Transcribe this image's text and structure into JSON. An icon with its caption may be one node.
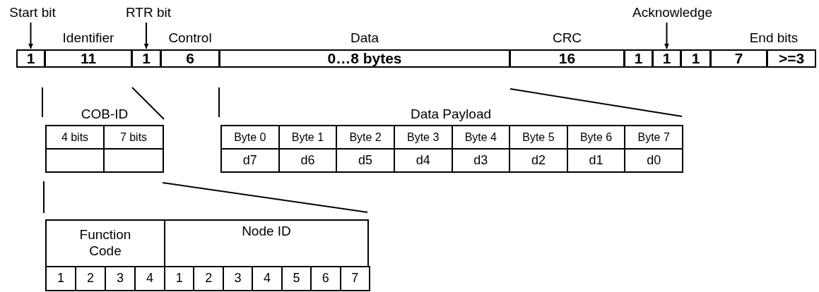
{
  "diagram": {
    "nodes": [
      {
        "text": [
          "Start bit"
        ]
      },
      {
        "text": [
          "1"
        ]
      },
      {
        "text": [
          "11"
        ],
        "beside": [
          "Identifier"
        ]
      },
      {
        "text": [
          "RTR bit"
        ]
      },
      {
        "text": [
          "1"
        ]
      },
      {
        "text": [
          "6"
        ],
        "beside": [
          "Control"
        ]
      },
      {
        "text": [
          "0…8 bytes"
        ],
        "beside": [
          "Data"
        ]
      },
      {
        "text": [
          "16"
        ],
        "beside": [
          "CRC"
        ]
      },
      {
        "text": [
          "1"
        ]
      },
      {
        "text": [
          "Acknowledge"
        ]
      },
      {
        "text": [
          "1"
        ]
      },
      {
        "text": [
          "1"
        ]
      },
      {
        "text": [
          "7"
        ]
      },
      {
        "text": [
          ">=3"
        ]
      }
    ],
    "edges": [
      {
        "from": 0,
        "to": 1,
        "arrow": "to"
      },
      {
        "from": 3,
        "to": 4,
        "arrow": "to"
      },
      {
        "from": 9,
        "to": 10,
        "arrow": "to"
      }
    ],
    "labels": [
      "End bits",
      "COB-ID",
      "Data Payload",
      "4 bits",
      "7 bits",
      "Byte 0",
      "Byte 1",
      "Byte 2",
      "Byte 3",
      "Byte 4",
      "Byte 5",
      "Byte 6",
      "Byte 7",
      "d7",
      "d6",
      "d5",
      "d4",
      "d3",
      "d2",
      "d1",
      "d0",
      "Function Code",
      "Node ID",
      "1",
      "2",
      "3",
      "4",
      "1",
      "2",
      "3",
      "4",
      "5",
      "6",
      "7"
    ]
  }
}
